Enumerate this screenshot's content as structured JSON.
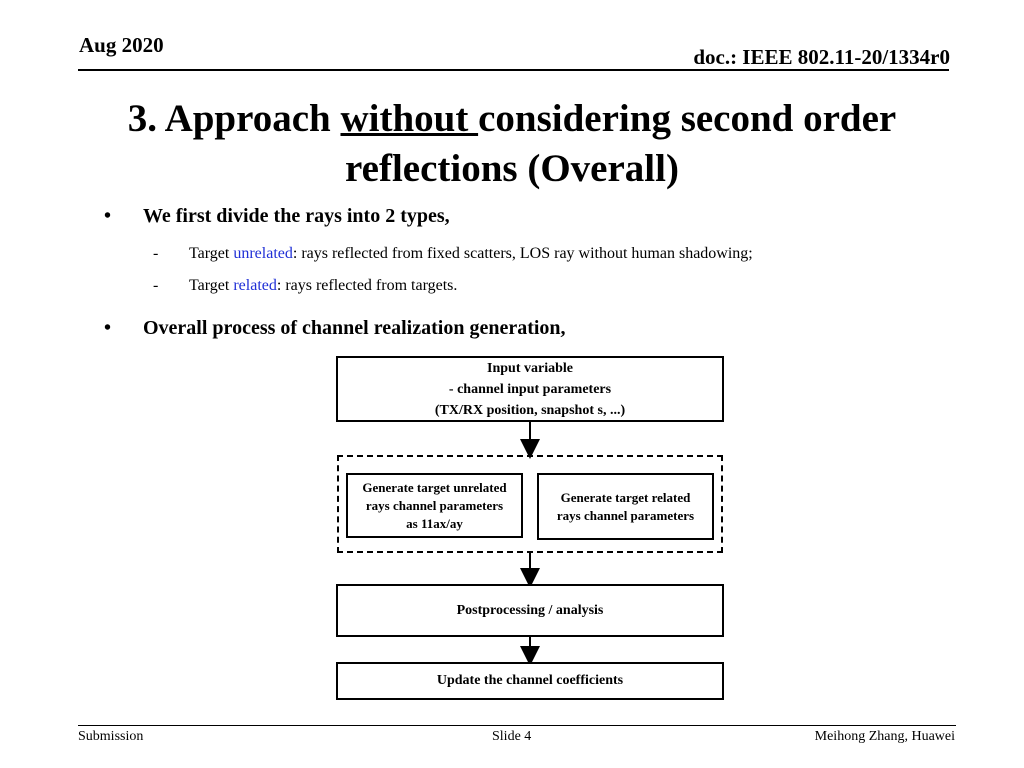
{
  "header": {
    "date": "Aug 2020",
    "doc": "doc.: IEEE 802.11-20/1334r0"
  },
  "title": {
    "part1": "3. Approach ",
    "underlined": "without ",
    "part2": "considering second order",
    "line2": "reflections (Overall)"
  },
  "bullets": [
    {
      "marker": "•",
      "text": "We first divide the rays into 2 types,"
    },
    {
      "marker": "•",
      "text": "Overall process of channel realization generation,"
    }
  ],
  "sub_items": [
    {
      "marker": "-",
      "prefix": "Target ",
      "highlight": "unrelated",
      "rest": ": rays reflected from fixed scatters, LOS ray without human shadowing;"
    },
    {
      "marker": "-",
      "prefix": "Target ",
      "highlight": "related",
      "rest": ": rays reflected from targets."
    }
  ],
  "flowchart": {
    "input": {
      "line1": "Input variable",
      "line2": "- channel input parameters",
      "line3": "(TX/RX position, snapshot s, ...)"
    },
    "unrelated": {
      "line1": "Generate target unrelated",
      "line2": "rays channel parameters",
      "line3": "as 11ax/ay"
    },
    "related": {
      "line1": "Generate target related",
      "line2": "rays channel parameters"
    },
    "post": "Postprocessing / analysis",
    "update": "Update the channel coefficients"
  },
  "footer": {
    "left": "Submission",
    "center": "Slide 4",
    "right": "Meihong Zhang, Huawei"
  },
  "colors": {
    "highlight": "#1f2fd6"
  }
}
